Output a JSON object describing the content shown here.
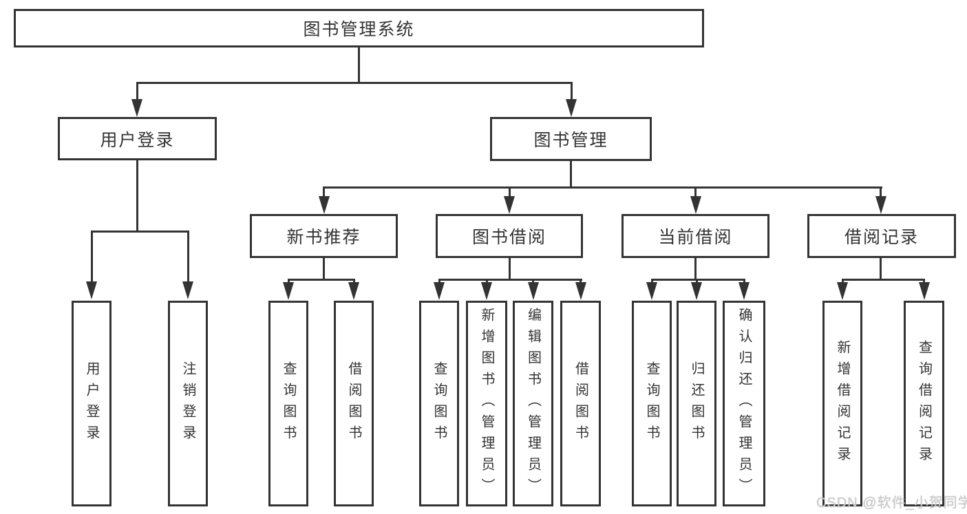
{
  "diagram_title": "图书管理系统",
  "nodes": {
    "root": "图书管理系统",
    "l2": [
      "用户登录",
      "图书管理"
    ],
    "l3": [
      "新书推荐",
      "图书借阅",
      "当前借阅",
      "借阅记录"
    ],
    "leaves_user": [
      "用户登录",
      "注销登录"
    ],
    "leaves_newbook": [
      "查询图书",
      "借阅图书"
    ],
    "leaves_borrow": [
      "查询图书",
      "新增图书（管理员）",
      "编辑图书（管理员）",
      "借阅图书"
    ],
    "leaves_current": [
      "查询图书",
      "归还图书",
      "确认归还（管理员）"
    ],
    "leaves_record": [
      "新增借阅记录",
      "查询借阅记录"
    ]
  },
  "watermark": "CSDN @软件_小贺同学",
  "colors": {
    "line": "#333333",
    "text": "#333333",
    "background": "#ffffff",
    "watermark": "#cccccc"
  }
}
